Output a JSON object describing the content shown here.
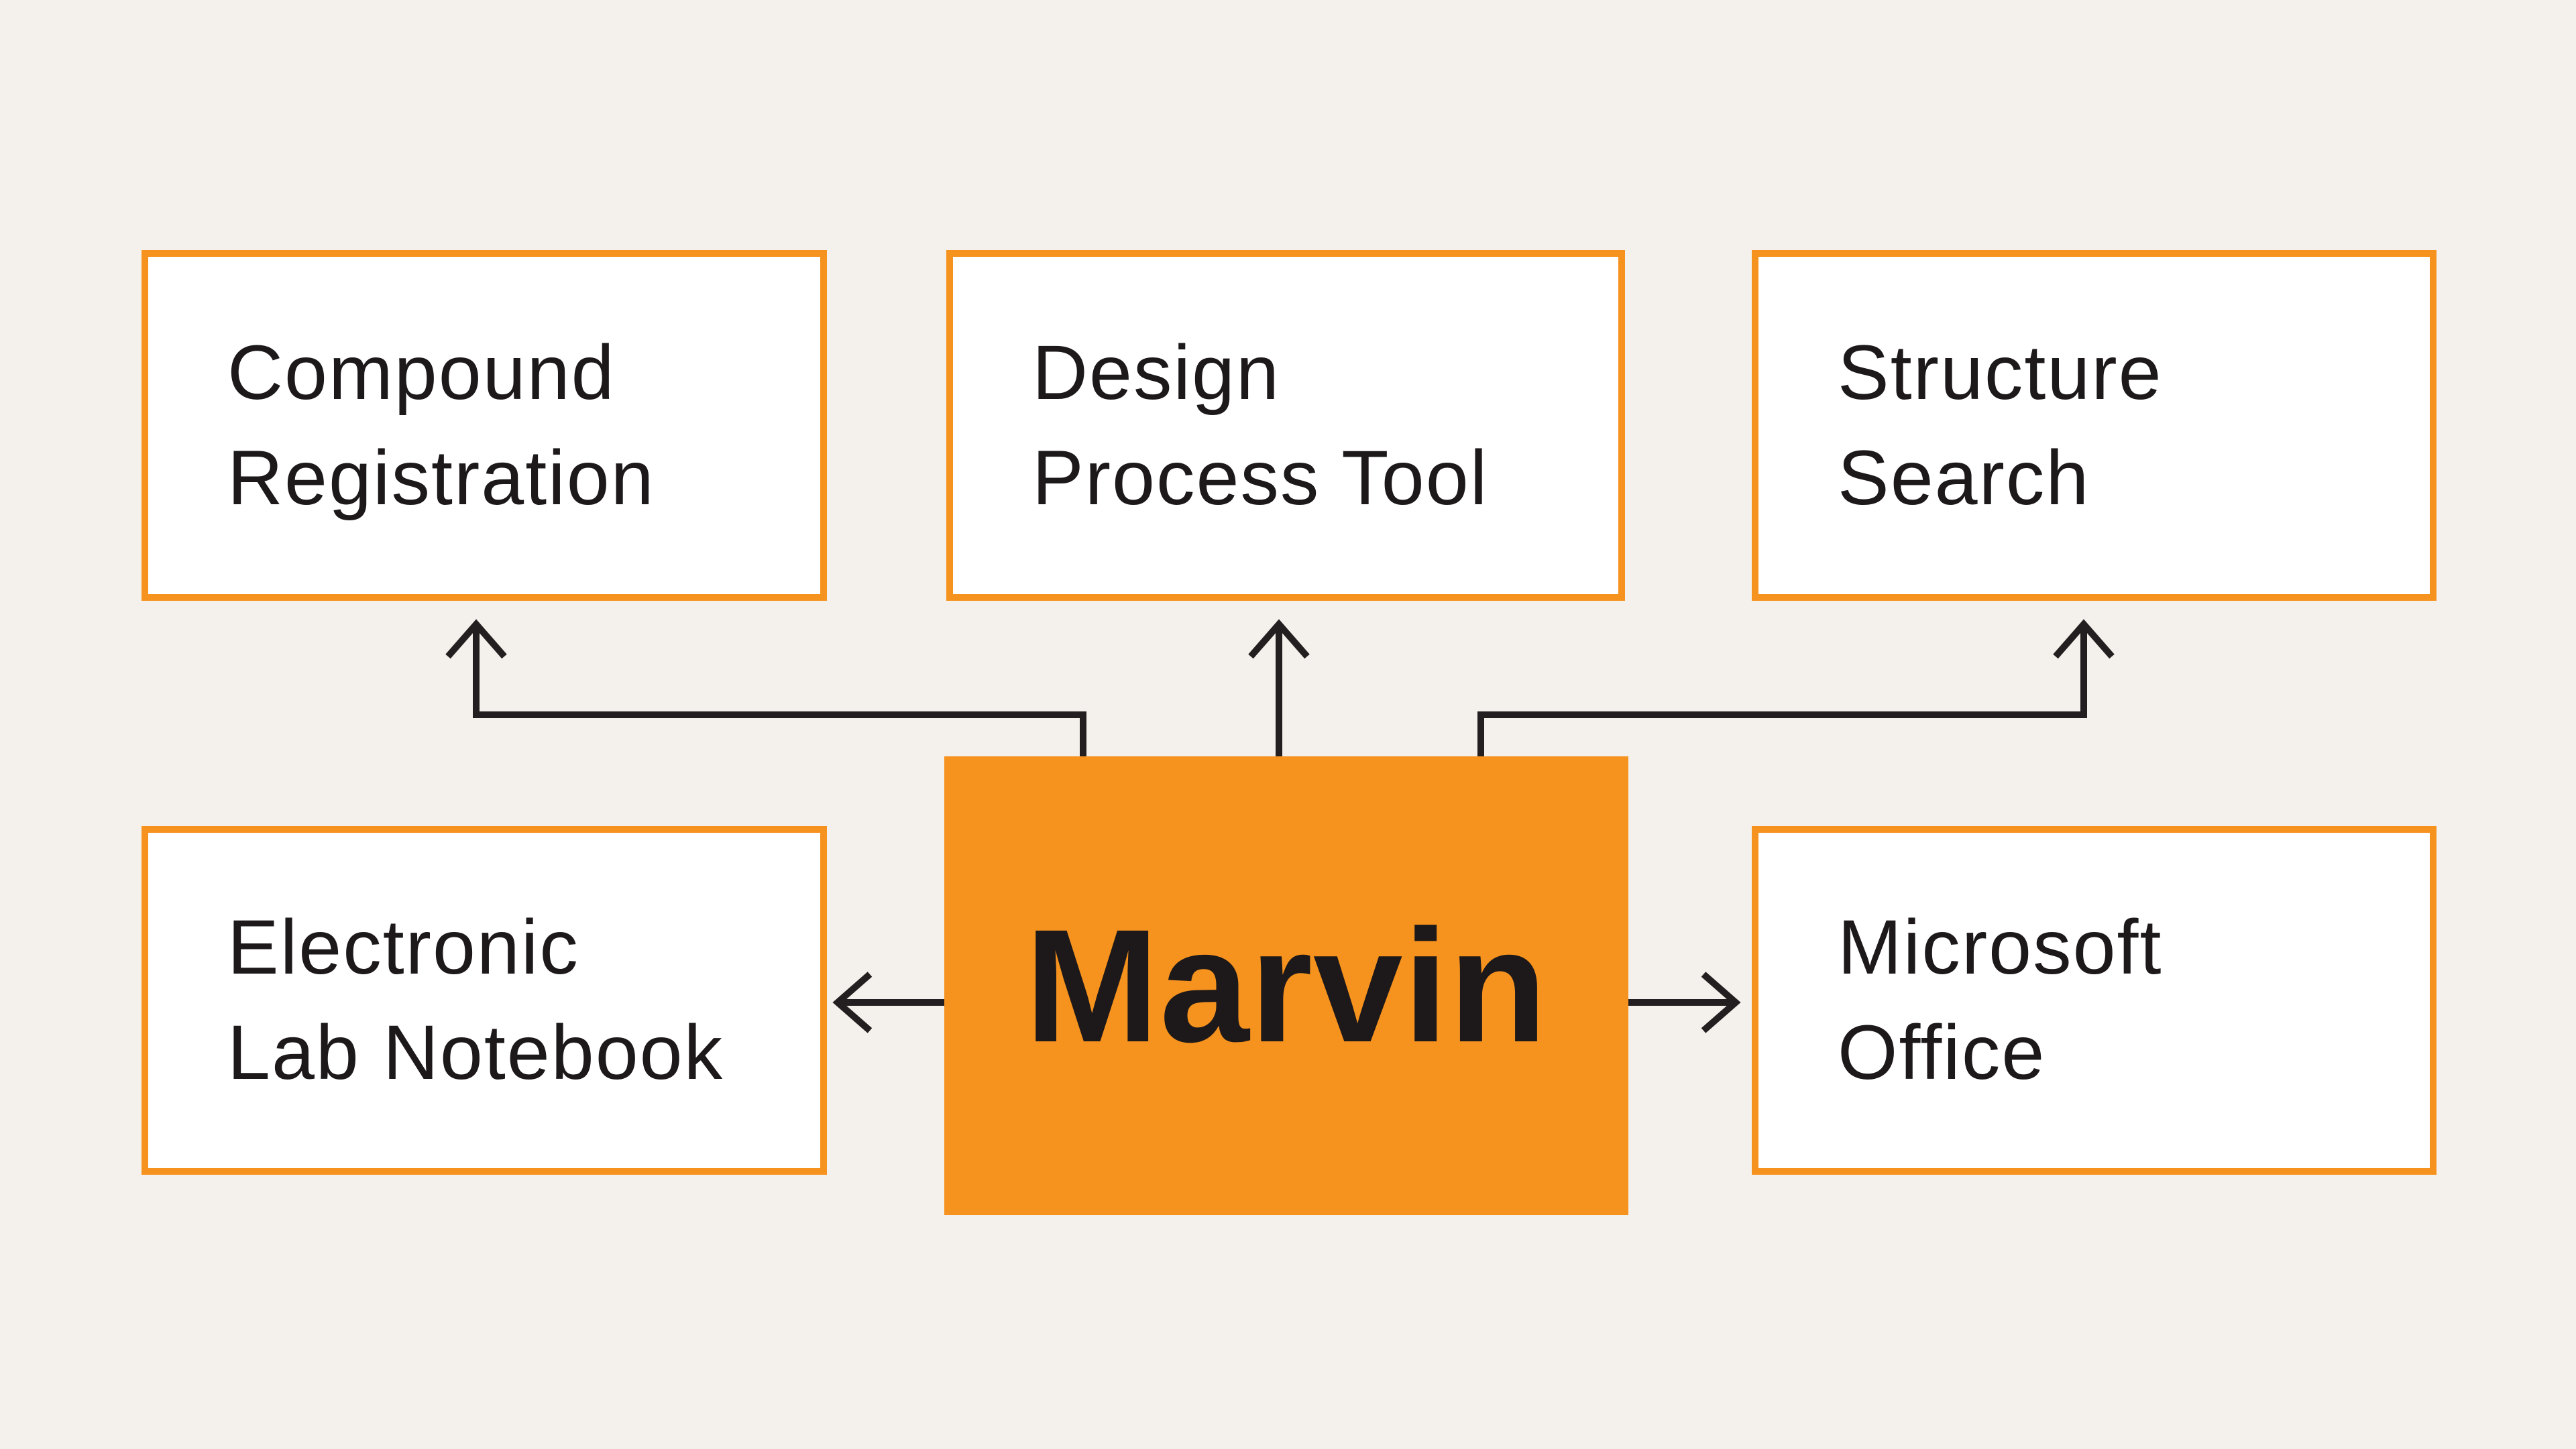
{
  "colors": {
    "orange": "#f6921e",
    "dark": "#231f20",
    "bg": "#f4f0eb",
    "text": "#1d191a",
    "box_bg": "#ffffff"
  },
  "diagram": {
    "center": {
      "label": "Marvin"
    },
    "nodes": {
      "compound_registration": {
        "lines": [
          "Compound",
          "Registration"
        ]
      },
      "design_process_tool": {
        "lines": [
          "Design",
          "Process Tool"
        ]
      },
      "structure_search": {
        "lines": [
          "Structure",
          "Search"
        ]
      },
      "electronic_lab_notebook": {
        "lines": [
          "Electronic",
          "Lab Notebook"
        ]
      },
      "microsoft_office": {
        "lines": [
          "Microsoft",
          "Office"
        ]
      }
    },
    "connections": [
      {
        "from": "Marvin",
        "to": "Compound Registration",
        "style": "elbow-up-left"
      },
      {
        "from": "Marvin",
        "to": "Design Process Tool",
        "style": "straight-up"
      },
      {
        "from": "Marvin",
        "to": "Structure Search",
        "style": "elbow-up-right"
      },
      {
        "from": "Marvin",
        "to": "Electronic Lab Notebook",
        "style": "straight-left"
      },
      {
        "from": "Marvin",
        "to": "Microsoft Office",
        "style": "straight-right"
      }
    ]
  }
}
